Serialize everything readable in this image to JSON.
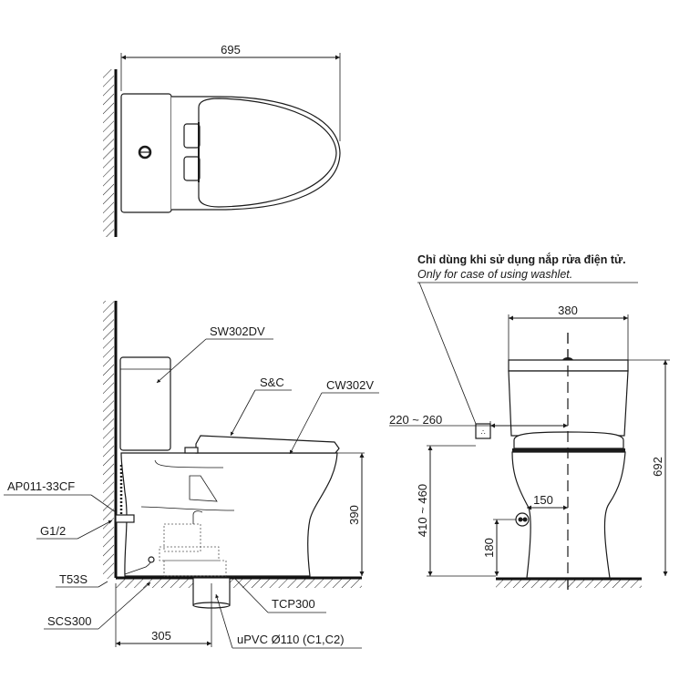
{
  "top_view": {
    "width_dim": "695"
  },
  "side_view": {
    "labels": {
      "tank": "SW302DV",
      "seat": "S&C",
      "bowl": "CW302V",
      "angle_valve": "AP011-33CF",
      "thread": "G1/2",
      "supply_hose": "T53S",
      "screw": "SCS300",
      "flange": "TCP300",
      "pipe": "uPVC Ø110 (C1,C2)"
    },
    "dims": {
      "rough_in": "305",
      "bowl_height": "390"
    }
  },
  "front_view": {
    "note_vi": "Chỉ dùng khi sử dụng nắp rửa điện tử.",
    "note_en": "Only for case of using washlet.",
    "dims": {
      "width": "380",
      "total_height": "692",
      "outlet_offset": "220 ~ 260",
      "outlet_height": "410 ~ 460",
      "supply_offset": "150",
      "supply_height": "180"
    }
  }
}
